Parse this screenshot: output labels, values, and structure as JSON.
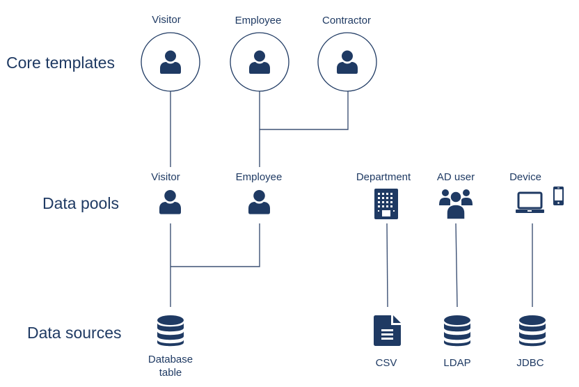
{
  "colors": {
    "primary": "#1f3a63",
    "connector": "#3e5275",
    "background": "#ffffff"
  },
  "rows": {
    "core_templates": "Core templates",
    "data_pools": "Data pools",
    "data_sources": "Data sources"
  },
  "core_templates": [
    {
      "id": "visitor",
      "label": "Visitor",
      "icon": "user-icon"
    },
    {
      "id": "employee",
      "label": "Employee",
      "icon": "user-icon"
    },
    {
      "id": "contractor",
      "label": "Contractor",
      "icon": "user-icon"
    }
  ],
  "data_pools": [
    {
      "id": "visitor",
      "label": "Visitor",
      "icon": "user-icon"
    },
    {
      "id": "employee",
      "label": "Employee",
      "icon": "user-icon"
    },
    {
      "id": "department",
      "label": "Department",
      "icon": "building-icon"
    },
    {
      "id": "ad-user",
      "label": "AD user",
      "icon": "user-group-icon"
    },
    {
      "id": "device",
      "label": "Device",
      "icon": "laptop-phone-icon"
    }
  ],
  "data_sources": [
    {
      "id": "database-table",
      "label_line1": "Database",
      "label_line2": "table",
      "icon": "database-icon"
    },
    {
      "id": "csv",
      "label": "CSV",
      "icon": "document-icon"
    },
    {
      "id": "ldap",
      "label": "LDAP",
      "icon": "database-icon"
    },
    {
      "id": "jdbc",
      "label": "JDBC",
      "icon": "database-icon"
    }
  ],
  "connections": [
    {
      "from": "core_templates.visitor",
      "to": "data_pools.visitor"
    },
    {
      "from": "core_templates.employee",
      "to": "data_pools.employee"
    },
    {
      "from": "core_templates.contractor",
      "to": "data_pools.employee"
    },
    {
      "from": "data_pools.visitor",
      "to": "data_sources.database-table"
    },
    {
      "from": "data_pools.employee",
      "to": "data_sources.database-table"
    },
    {
      "from": "data_pools.department",
      "to": "data_sources.csv"
    },
    {
      "from": "data_pools.ad-user",
      "to": "data_sources.ldap"
    },
    {
      "from": "data_pools.device",
      "to": "data_sources.jdbc"
    }
  ]
}
